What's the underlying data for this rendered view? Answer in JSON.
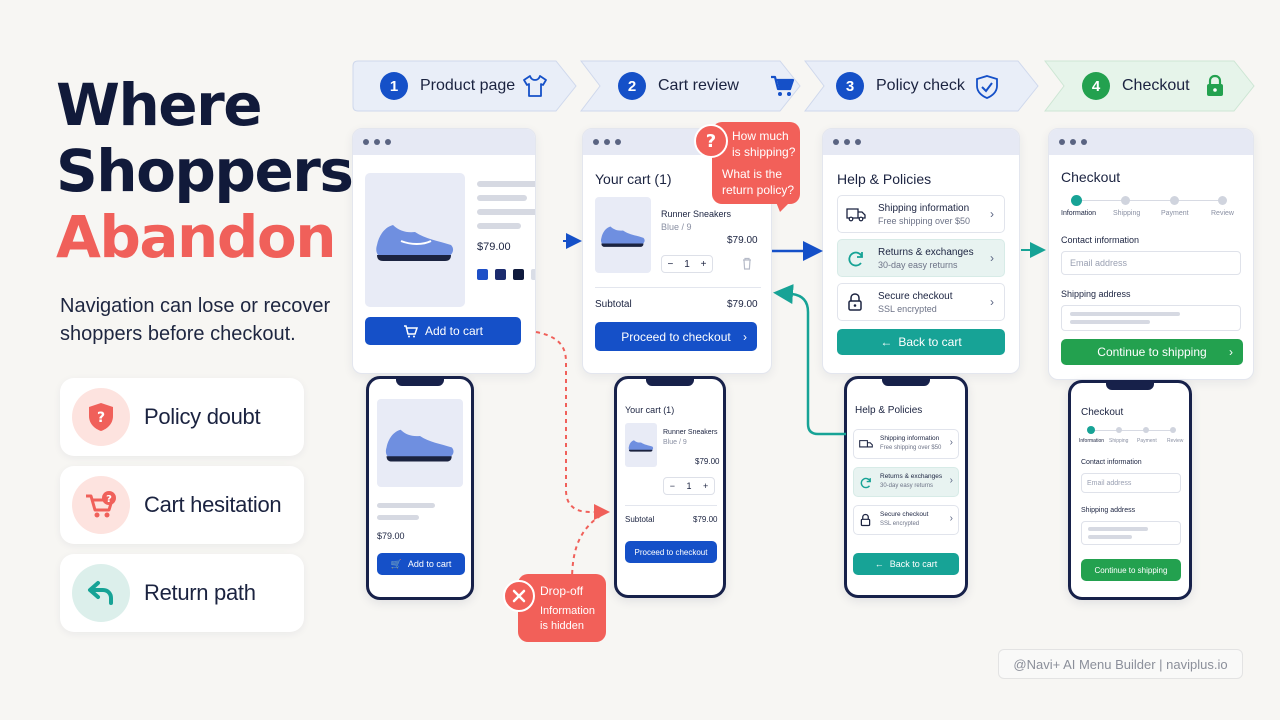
{
  "hero": {
    "title_line1": "Where",
    "title_line2": "Shoppers",
    "title_line3": "Abandon",
    "subtitle": "Navigation can lose or recover shoppers before checkout."
  },
  "pain_points": [
    {
      "label": "Policy doubt",
      "icon": "shield-question-icon",
      "color": "#f0605a"
    },
    {
      "label": "Cart hesitation",
      "icon": "cart-question-icon",
      "color": "#f0605a"
    },
    {
      "label": "Return path",
      "icon": "return-arrow-icon",
      "color": "#17a396"
    }
  ],
  "steps": [
    {
      "num": "1",
      "label": "Product page",
      "icon": "tshirt-icon"
    },
    {
      "num": "2",
      "label": "Cart review",
      "icon": "cart-icon"
    },
    {
      "num": "3",
      "label": "Policy check",
      "icon": "shield-check-icon"
    },
    {
      "num": "4",
      "label": "Checkout",
      "icon": "lock-icon"
    }
  ],
  "colors": {
    "blue": "#1550c8",
    "coral": "#f0605a",
    "teal": "#17a396",
    "green": "#23a14f",
    "navy": "#111a3a"
  },
  "product": {
    "price": "$79.00",
    "add_to_cart": "Add to cart",
    "swatches": [
      "#1e4fc7",
      "#1b2b6e",
      "#0f1a3d",
      "#d9dde6"
    ]
  },
  "cart": {
    "title": "Your cart (1)",
    "item_name": "Runner Sneakers",
    "item_variant": "Blue / 9",
    "item_price": "$79.00",
    "qty": "1",
    "minus": "−",
    "plus": "+",
    "subtotal_label": "Subtotal",
    "subtotal_value": "$79.00",
    "proceed": "Proceed to checkout"
  },
  "help": {
    "title": "Help & Policies",
    "rows": [
      {
        "title": "Shipping information",
        "sub": "Free shipping over $50",
        "icon": "truck-icon"
      },
      {
        "title": "Returns & exchanges",
        "sub": "30-day easy returns",
        "icon": "refresh-icon"
      },
      {
        "title": "Secure checkout",
        "sub": "SSL encrypted",
        "icon": "padlock-icon"
      }
    ],
    "back": "Back to cart"
  },
  "checkout": {
    "title": "Checkout",
    "progress": [
      "Information",
      "Shipping",
      "Payment",
      "Review"
    ],
    "contact_label": "Contact information",
    "email_placeholder": "Email address",
    "shipping_label": "Shipping address",
    "continue": "Continue to shipping"
  },
  "callouts": {
    "question_1": "How much is shipping?",
    "question_2": "What is the return policy?",
    "dropoff_title": "Drop-off",
    "dropoff_text": "Information is hidden"
  },
  "credit": "@Navi+ AI Menu Builder | naviplus.io"
}
